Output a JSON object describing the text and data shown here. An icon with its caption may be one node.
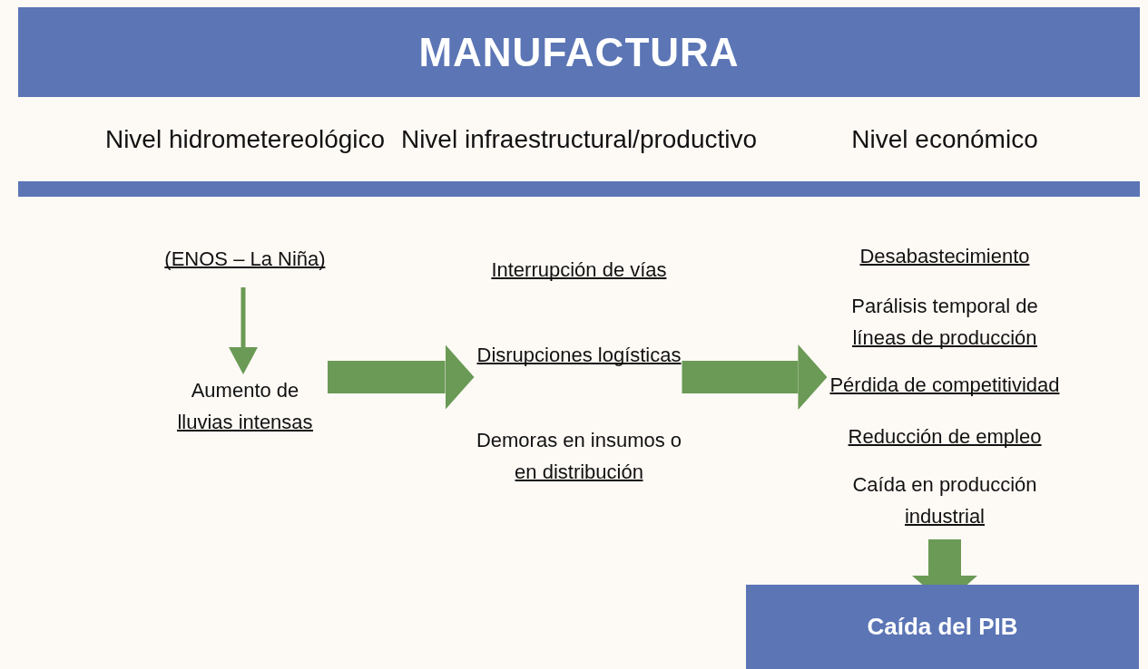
{
  "diagram": {
    "title": "MANUFACTURA",
    "nodes": [
      {
        "text": [
          "(ENOS – La Niña)"
        ]
      },
      {
        "text": [
          "Aumento de lluvias intensas"
        ]
      },
      {
        "text": [
          "Interrupción de vías"
        ]
      },
      {
        "text": [
          "Disrupciones logísticas"
        ]
      },
      {
        "text": [
          "Demoras en insumos o en distribución"
        ]
      },
      {
        "text": [
          "Desabastecimiento"
        ]
      },
      {
        "text": [
          "Parálisis temporal de líneas de producción"
        ]
      },
      {
        "text": [
          "Pérdida de competitividad"
        ]
      },
      {
        "text": [
          "Reducción de empleo"
        ]
      },
      {
        "text": [
          "Caída en producción industrial"
        ]
      },
      {
        "text": [
          "Caída del PIB"
        ]
      },
      {
        "text": [],
        "shape": "bar"
      }
    ],
    "edges": [
      {
        "from": 0,
        "to": 1,
        "arrow": "to"
      },
      {
        "from": 1,
        "to": 3,
        "arrow": "to"
      },
      {
        "from": 3,
        "to": 7,
        "arrow": "to"
      },
      {
        "from": 9,
        "to": 10,
        "arrow": "to"
      }
    ],
    "labels": [
      "Nivel hidrometereológico",
      "Nivel infraestructural/productivo",
      "Nivel económico"
    ]
  }
}
